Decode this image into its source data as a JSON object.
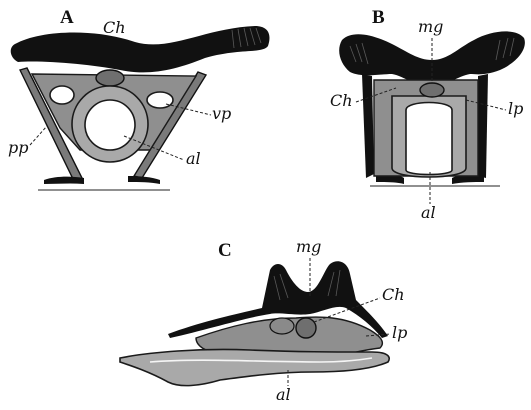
{
  "figure": {
    "panels": [
      {
        "id": "A",
        "letter": "A",
        "labels": {
          "ch": "Ch",
          "vp": "vp",
          "pp": "pp",
          "al": "al"
        }
      },
      {
        "id": "B",
        "letter": "B",
        "labels": {
          "mg": "mg",
          "ch": "Ch",
          "lp": "lp",
          "al": "al"
        }
      },
      {
        "id": "C",
        "letter": "C",
        "labels": {
          "mg": "mg",
          "ch": "Ch",
          "lp": "lp",
          "al": "al"
        }
      }
    ]
  }
}
